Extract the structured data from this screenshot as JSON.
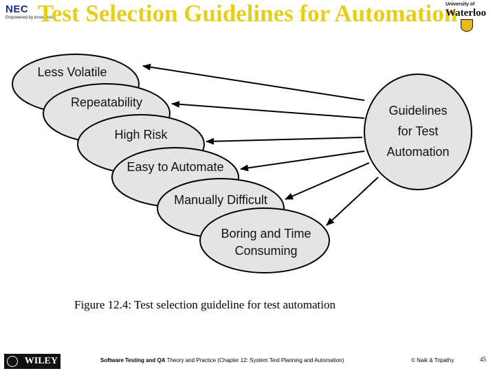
{
  "header": {
    "title": "Test Selection Guidelines for Automation",
    "left_logo": {
      "brand": "NEC",
      "tagline": "Empowered by innovation"
    },
    "right_logo": {
      "line1": "University of",
      "line2": "Waterloo"
    }
  },
  "diagram": {
    "center_node": [
      "Guidelines",
      "for Test",
      "Automation"
    ],
    "guideline_nodes": [
      {
        "lines": [
          "Less Volatile"
        ]
      },
      {
        "lines": [
          "Repeatability"
        ]
      },
      {
        "lines": [
          "High Risk"
        ]
      },
      {
        "lines": [
          "Easy to Automate"
        ]
      },
      {
        "lines": [
          "Manually Difficult"
        ]
      },
      {
        "lines": [
          "Boring and Time",
          "Consuming"
        ]
      }
    ],
    "colors": {
      "node_fill": "#e4e4e4",
      "stroke": "#000000",
      "title": "#e7ce1a"
    }
  },
  "caption": "Figure 12.4: Test selection guideline for test automation",
  "footer": {
    "publisher": "WILEY",
    "book_bold": "Software Testing and QA",
    "book_rest": " Theory and Practice (Chapter 12: System Test Planning and Automation)",
    "copyright": "© Naik & Tripathy",
    "page_number": "45"
  }
}
